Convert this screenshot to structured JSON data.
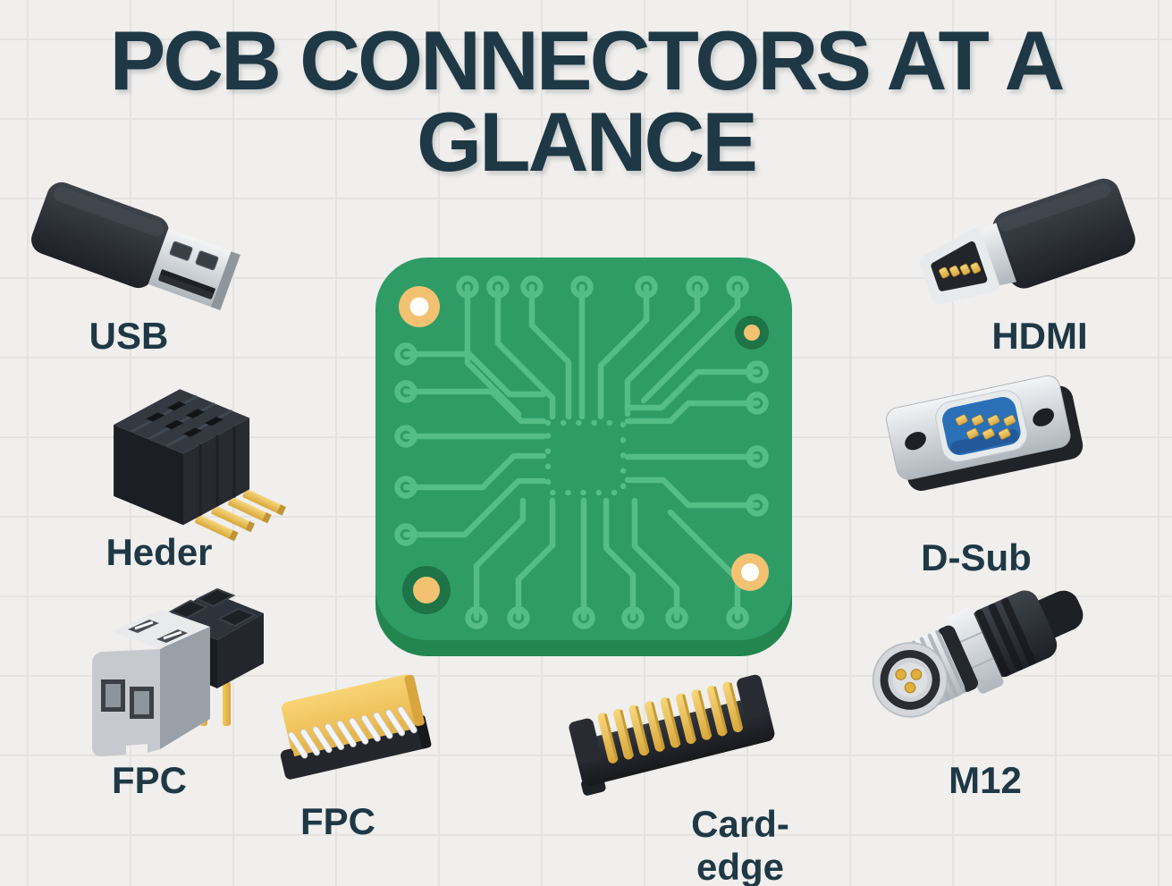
{
  "title": {
    "text": "PCB CONNECTORS AT A GLANCE"
  },
  "connectors": {
    "usb": {
      "label": "USB"
    },
    "hdmi": {
      "label": "HDMI"
    },
    "header": {
      "label": "Heder"
    },
    "dsub": {
      "label": "D-Sub"
    },
    "fpc_left": {
      "label": "FPC"
    },
    "fpc_bottom": {
      "label": "FPC"
    },
    "card_edge": {
      "label": "Card-edge"
    },
    "m12": {
      "label": "M12"
    }
  },
  "colors": {
    "background": "#f0efed",
    "grid_line": "#e4e3e0",
    "ink": "#1f3845",
    "board_green": "#2f9c66",
    "board_depth_green": "#23864f",
    "trace_green": "#55bd86",
    "pad_gold": "#f2c272",
    "pad_white": "#fcfcf8",
    "pad_dark_green": "#1e7347",
    "connector_black": "#25282d",
    "silver": "#dde0e4",
    "dsub_blue": "#2b6fb6",
    "pin_gold": "#e9b94d",
    "fpc_yellow": "#f3c963",
    "terminal_gray": "#c6cacf"
  }
}
